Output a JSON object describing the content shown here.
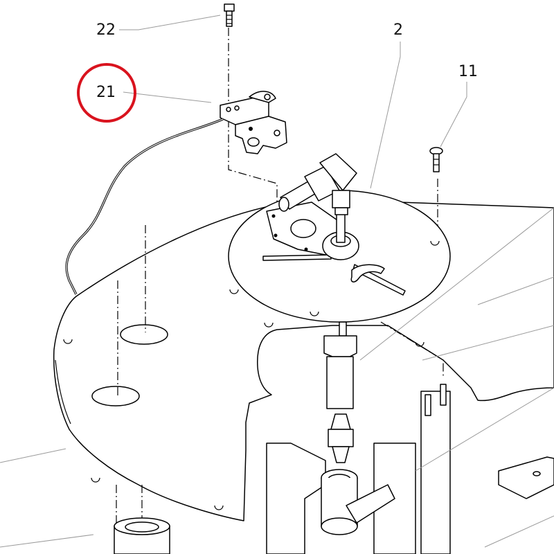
{
  "callouts": [
    {
      "id": "22",
      "label": "22"
    },
    {
      "id": "21",
      "label": "21"
    },
    {
      "id": "2",
      "label": "2"
    },
    {
      "id": "11",
      "label": "11"
    }
  ],
  "highlighted_callout": "21",
  "colors": {
    "highlight": "#d9131e",
    "line": "#000000",
    "leader": "#9a9a9a",
    "background": "#ffffff"
  }
}
